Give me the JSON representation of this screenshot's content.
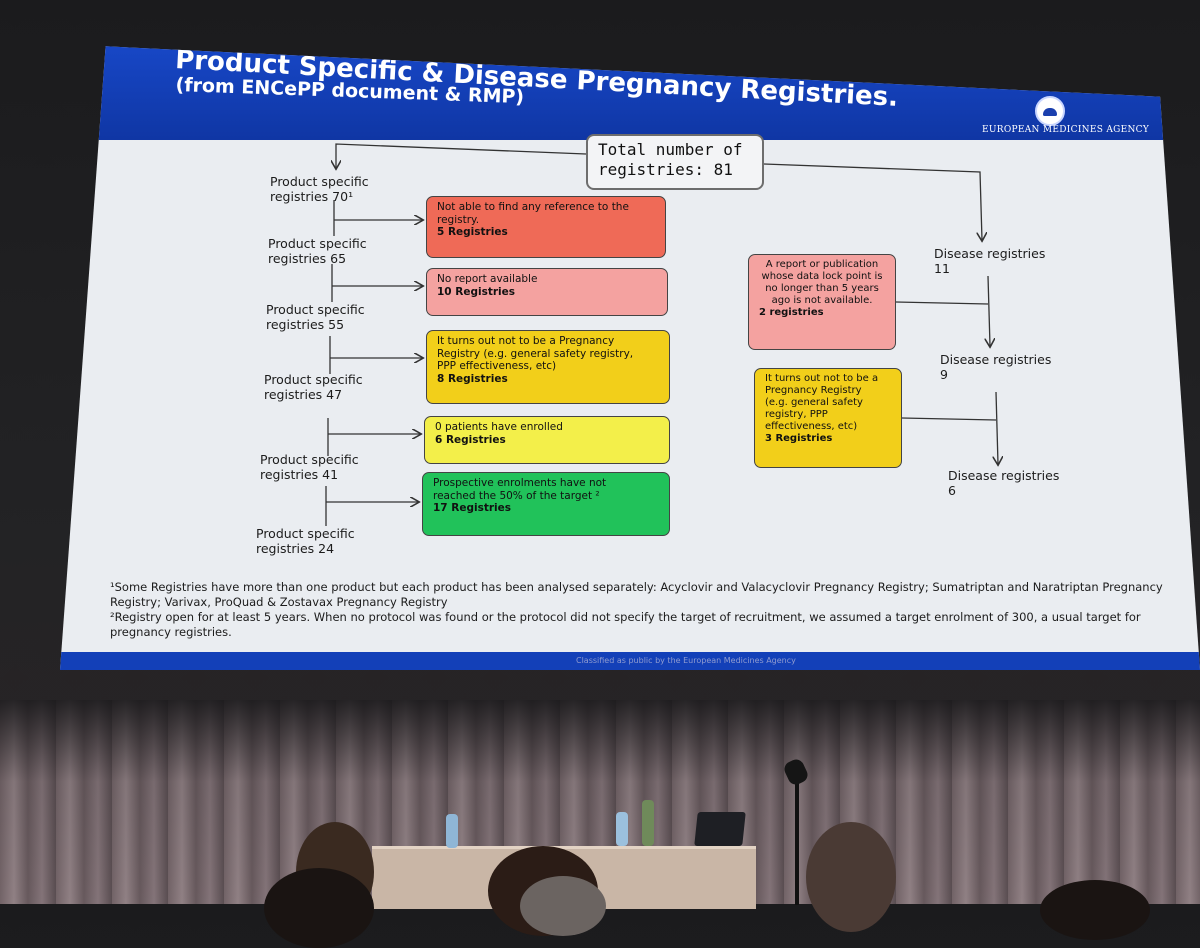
{
  "slide": {
    "title": "Product Specific & Disease Pregnancy Registries.",
    "subtitle": "(from ENCePP document & RMP)",
    "agency_name": "EUROPEAN MEDICINES AGENCY",
    "classification": "Classified as public by the European Medicines Agency",
    "total": {
      "line1": "Total number of",
      "line2": "registries: 81"
    },
    "product_nodes": [
      {
        "line1": "Product specific",
        "line2": "registries 70¹"
      },
      {
        "line1": "Product specific",
        "line2": "registries 65"
      },
      {
        "line1": "Product specific",
        "line2": "registries 55"
      },
      {
        "line1": "Product specific",
        "line2": "registries 47"
      },
      {
        "line1": "Product specific",
        "line2": "registries 41"
      },
      {
        "line1": "Product specific",
        "line2": "registries 24"
      }
    ],
    "product_exclusions": [
      {
        "desc": "Not able to find any reference to the\nregistry.",
        "count": "5 Registries",
        "color": "#ef6a57"
      },
      {
        "desc": "No report available",
        "count": "10 Registries",
        "color": "#f4a2a0"
      },
      {
        "desc": "It turns out not to be a Pregnancy\nRegistry (e.g. general safety registry,\nPPP effectiveness, etc)",
        "count": "8 Registries",
        "color": "#f2cf1a"
      },
      {
        "desc": "0 patients have enrolled",
        "count": "6 Registries",
        "color": "#f3ef4a"
      },
      {
        "desc": "Prospective enrolments have not\nreached the 50% of the target ²",
        "count": "17 Registries",
        "color": "#21c25a"
      }
    ],
    "disease_nodes": [
      {
        "line1": "Disease registries",
        "line2": "11"
      },
      {
        "line1": "Disease registries",
        "line2": "9"
      },
      {
        "line1": "Disease registries",
        "line2": "6"
      }
    ],
    "disease_exclusions": [
      {
        "desc": "A report or publication\nwhose data lock point is\nno longer than 5 years\nago is not available.",
        "count": "2 registries",
        "color": "#f4a2a0"
      },
      {
        "desc": "It turns out not to be a\nPregnancy Registry\n(e.g. general safety\nregistry, PPP\neffectiveness, etc)",
        "count": "3 Registries",
        "color": "#f2cf1a"
      }
    ],
    "footnote1": "¹Some Registries have more than one product but each product has been analysed separately: Acyclovir and Valacyclovir Pregnancy Registry; Sumatriptan and Naratriptan Pregnancy Registry; Varivax, ProQuad & Zostavax Pregnancy Registry",
    "footnote2": "²Registry open for at least 5 years. When no protocol was found or the protocol did not specify the target of recruitment, we assumed a target enrolment of 300, a usual target for pregnancy registries."
  }
}
